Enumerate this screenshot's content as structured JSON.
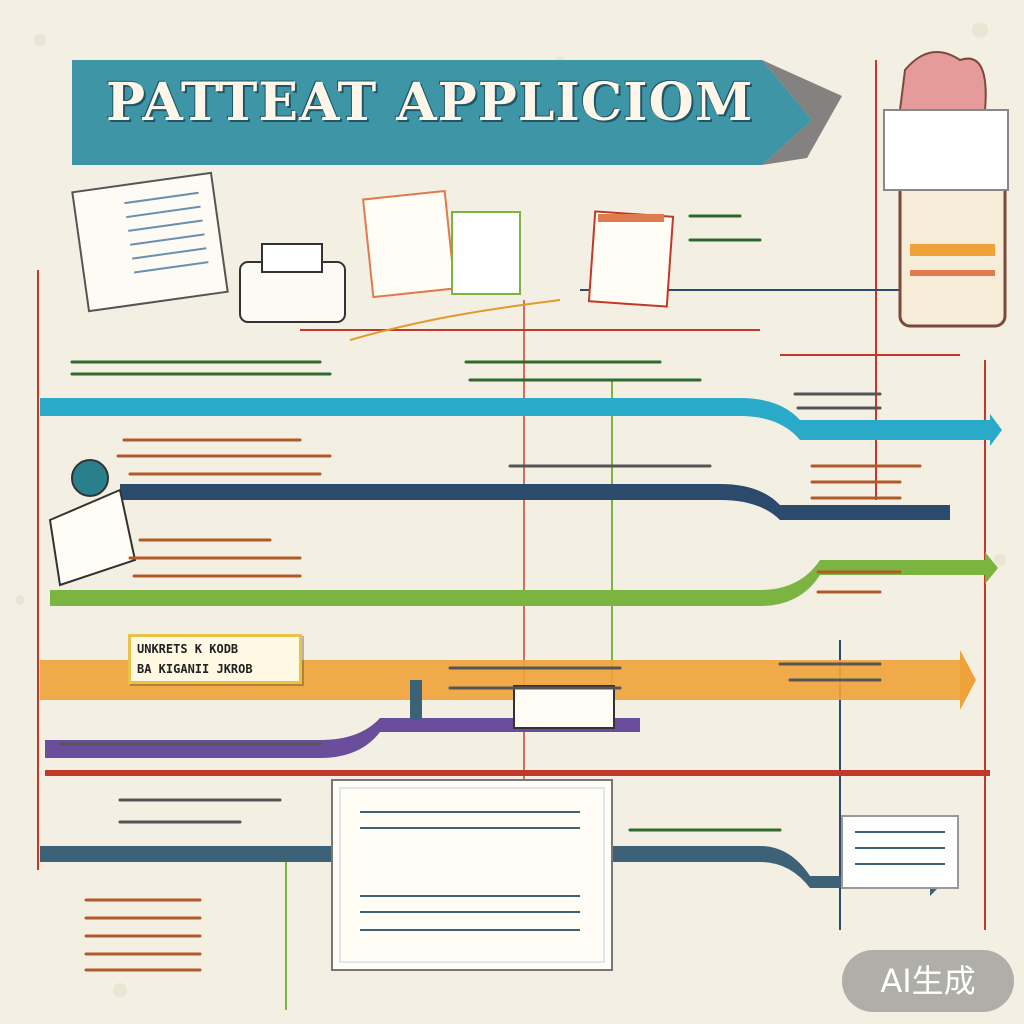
{
  "title": "PATTEAT APPLICIOM",
  "badge": "AI生成",
  "labels": {
    "label_1_line_1": "UNKRETS K KODB",
    "label_1_line_2": "BA KIGANII JKROB"
  },
  "colors": {
    "background": "#f3efe2",
    "banner": "#3e95a5",
    "cyan": "#2aa9c9",
    "navy": "#2c4a6b",
    "green": "#7cb442",
    "orange": "#f0a23a",
    "purple": "#6a4e9c",
    "red": "#c0392b",
    "blue_gray": "#3d6278"
  },
  "icons": [
    "document-icon",
    "printer-icon",
    "envelope-icon",
    "box-icon",
    "hand-icon",
    "stamp-icon"
  ]
}
